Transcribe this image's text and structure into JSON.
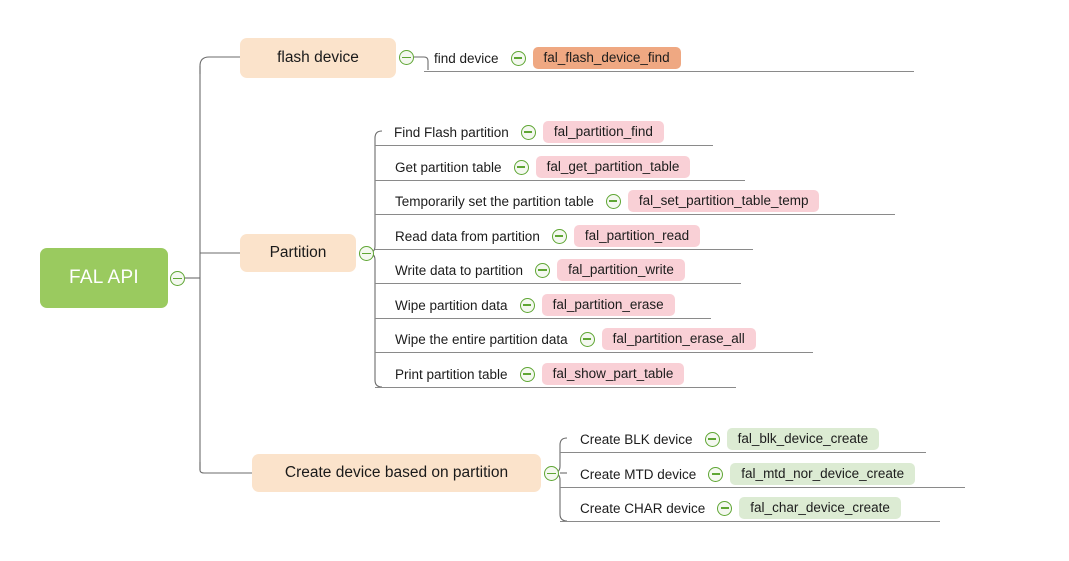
{
  "diagram": {
    "title": "FAL API",
    "type": "mindmap",
    "root": {
      "label": "FAL API",
      "color": "#9ACA5F",
      "text_color": "#ffffff",
      "collapse_icon": "minus-circle-icon"
    },
    "branches": [
      {
        "label": "flash device",
        "color": "#FBE3CB",
        "badge_color": "#EFA882",
        "collapse_icon": "minus-circle-icon",
        "children": [
          {
            "label": "find device",
            "badge": "fal_flash_device_find",
            "collapse_icon": "minus-circle-icon"
          }
        ]
      },
      {
        "label": "Partition",
        "color": "#FBE3CB",
        "badge_color": "#F9D0D6",
        "collapse_icon": "minus-circle-icon",
        "children": [
          {
            "label": "Find Flash partition",
            "badge": "fal_partition_find",
            "collapse_icon": "minus-circle-icon"
          },
          {
            "label": "Get partition table",
            "badge": "fal_get_partition_table",
            "collapse_icon": "minus-circle-icon"
          },
          {
            "label": "Temporarily set the partition table",
            "badge": "fal_set_partition_table_temp",
            "collapse_icon": "minus-circle-icon"
          },
          {
            "label": "Read data from partition",
            "badge": "fal_partition_read",
            "collapse_icon": "minus-circle-icon"
          },
          {
            "label": "Write data to partition",
            "badge": "fal_partition_write",
            "collapse_icon": "minus-circle-icon"
          },
          {
            "label": "Wipe partition data",
            "badge": "fal_partition_erase",
            "collapse_icon": "minus-circle-icon"
          },
          {
            "label": "Wipe the entire partition data",
            "badge": "fal_partition_erase_all",
            "collapse_icon": "minus-circle-icon"
          },
          {
            "label": "Print partition table",
            "badge": "fal_show_part_table",
            "collapse_icon": "minus-circle-icon"
          }
        ]
      },
      {
        "label": "Create device based on partition",
        "color": "#FBE3CB",
        "badge_color": "#DCEBD3",
        "collapse_icon": "minus-circle-icon",
        "children": [
          {
            "label": "Create BLK device",
            "badge": "fal_blk_device_create",
            "collapse_icon": "minus-circle-icon"
          },
          {
            "label": "Create MTD device",
            "badge": "fal_mtd_nor_device_create",
            "collapse_icon": "minus-circle-icon"
          },
          {
            "label": "Create CHAR device",
            "badge": "fal_char_device_create",
            "collapse_icon": "minus-circle-icon"
          }
        ]
      }
    ]
  }
}
